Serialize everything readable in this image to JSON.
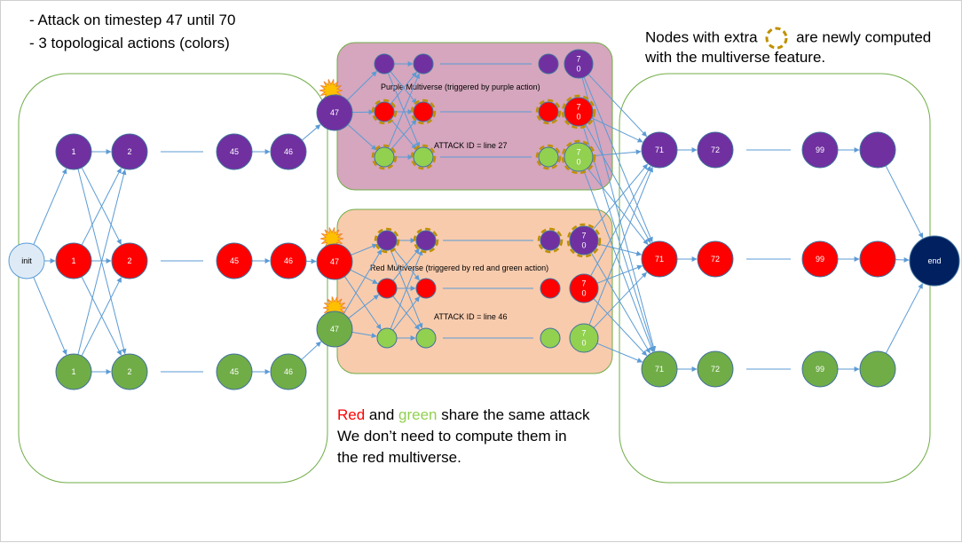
{
  "notes": {
    "line1": "- Attack on timestep 47 until 70",
    "line2": "- 3 topological actions (colors)",
    "legend_before": "Nodes with extra",
    "legend_after": "are newly computed",
    "legend_line2": "with the multiverse feature.",
    "bottom_red": "Red",
    "bottom_and": " and ",
    "bottom_green": "green",
    "bottom_rest1": " share the same attack",
    "bottom_line2": "We don’t need to compute them in",
    "bottom_line3": "the red multiverse."
  },
  "purple_box": {
    "title": "Purple Multiverse (triggered by purple action)",
    "attack": "ATTACK ID = line 27"
  },
  "red_box": {
    "title": "Red Multiverse (triggered by red and green action)",
    "attack": "ATTACK ID = line 46"
  },
  "nodes": {
    "init": "init",
    "end": "end",
    "n1": "1",
    "n2": "2",
    "n45": "45",
    "n46": "46",
    "n47": "47",
    "n70": "7\n0",
    "n71": "71",
    "n72": "72",
    "n99": "99"
  },
  "colors": {
    "purple": "#7030A0",
    "red": "#FF0000",
    "green": "#70AD47",
    "light_green": "#92D050",
    "navy": "#002060",
    "init_fill": "#DEEBF7",
    "edge": "#5B9BD5",
    "dash": "#BF9000",
    "star": "#FFC000",
    "purple_box": "#D5A6BD",
    "red_box": "#F8CBAD",
    "region_border": "#70AD47"
  }
}
